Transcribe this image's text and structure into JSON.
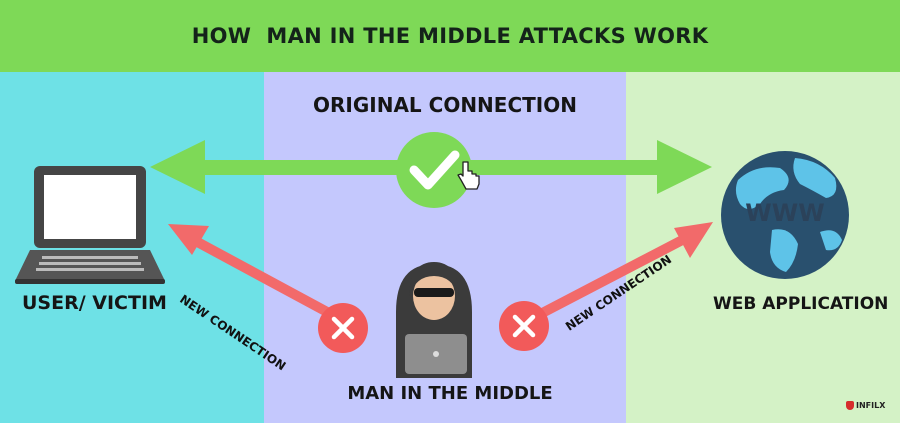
{
  "header": {
    "title": "HOW  MAN IN THE MIDDLE ATTACKS WORK"
  },
  "labels": {
    "original_connection": "ORIGINAL CONNECTION",
    "user_victim": "USER/ VICTIM",
    "web_application": "WEB APPLICATION",
    "man_in_the_middle": "MAN IN THE MIDDLE",
    "new_connection_left": "NEW CONNECTION",
    "new_connection_right": "NEW CONNECTION",
    "globe_text": "WWW"
  },
  "brand": {
    "name": "INFILX"
  },
  "colors": {
    "header": "#7ed957",
    "left_panel": "#6ee1e6",
    "middle_panel": "#c4c8fd",
    "right_panel": "#d4f2c6",
    "green_arrow": "#7ed957",
    "red_arrow": "#f26a6a",
    "blocked_circle": "#f25a5a"
  },
  "icons": [
    "laptop-icon",
    "globe-icon",
    "checkmark-icon",
    "pointer-hand-icon",
    "hacker-icon",
    "cross-icon"
  ]
}
